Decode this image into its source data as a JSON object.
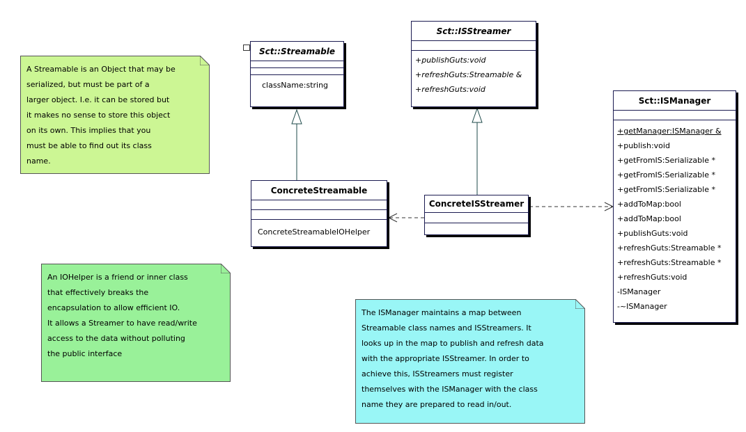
{
  "classes": {
    "streamable": {
      "name": "Sct::Streamable",
      "members": [
        "className:string"
      ]
    },
    "isstreamer": {
      "name": "Sct::ISStreamer",
      "members": [
        "+publishGuts:void",
        "+refreshGuts:Streamable &",
        "+refreshGuts:void"
      ]
    },
    "ismanager": {
      "name": "Sct::ISManager",
      "members": [
        "+getManager:ISManager &",
        "+publish:void",
        "+getFromIS:Serializable *",
        "+getFromIS:Serializable *",
        "+getFromIS:Serializable *",
        "+addToMap:bool",
        "+addToMap:bool",
        "+publishGuts:void",
        "+refreshGuts:Streamable *",
        "+refreshGuts:Streamable *",
        "+refreshGuts:void",
        "-ISManager",
        "-~ISManager"
      ]
    },
    "concrete_streamable": {
      "name": "ConcreteStreamable",
      "members": [
        "ConcreteStreamableIOHelper"
      ]
    },
    "concrete_isstreamer": {
      "name": "ConcreteISStreamer"
    }
  },
  "notes": {
    "streamable_note": {
      "text": "A Streamable is an Object that may be\nserialized, but must be part of a\nlarger object.  I.e. it can be stored but\nit makes no sense to store this object\non its own.  This implies that you\nmust be able to find out its class\nname.",
      "color": "#ccf694"
    },
    "iohelper_note": {
      "text": "An IOHelper is a friend or inner class\nthat effectively breaks the\nencapsulation to allow efficient IO.\nIt allows a Streamer to have read/write\naccess to the data without polluting\nthe public interface",
      "color": "#99f199"
    },
    "ismanager_note": {
      "text": "The ISManager maintains a map between\nStreamable class names and ISStreamers.  It\nlooks up in the map to publish and refresh data\nwith the appropriate ISStreamer.  In order to\nachieve this, ISStreamers must register\nthemselves with the ISManager with the class\nname they are prepared to read in/out.",
      "color": "#99f6f6"
    }
  },
  "colors": {
    "class_border": "#1a1a50",
    "connector": "#1e4a4a"
  }
}
